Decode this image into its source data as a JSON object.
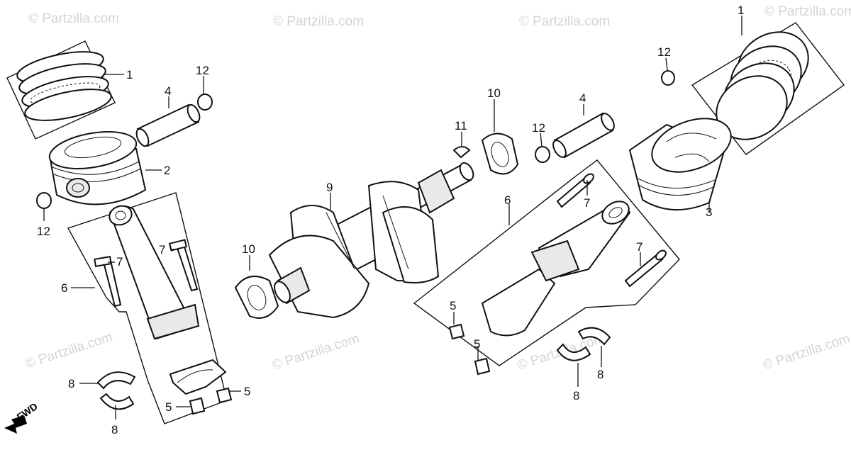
{
  "watermark": "© Partzilla.com",
  "fwd_label": "FWD",
  "callouts": [
    "1",
    "2",
    "3",
    "4",
    "5",
    "6",
    "7",
    "8",
    "9",
    "10",
    "11",
    "12"
  ]
}
